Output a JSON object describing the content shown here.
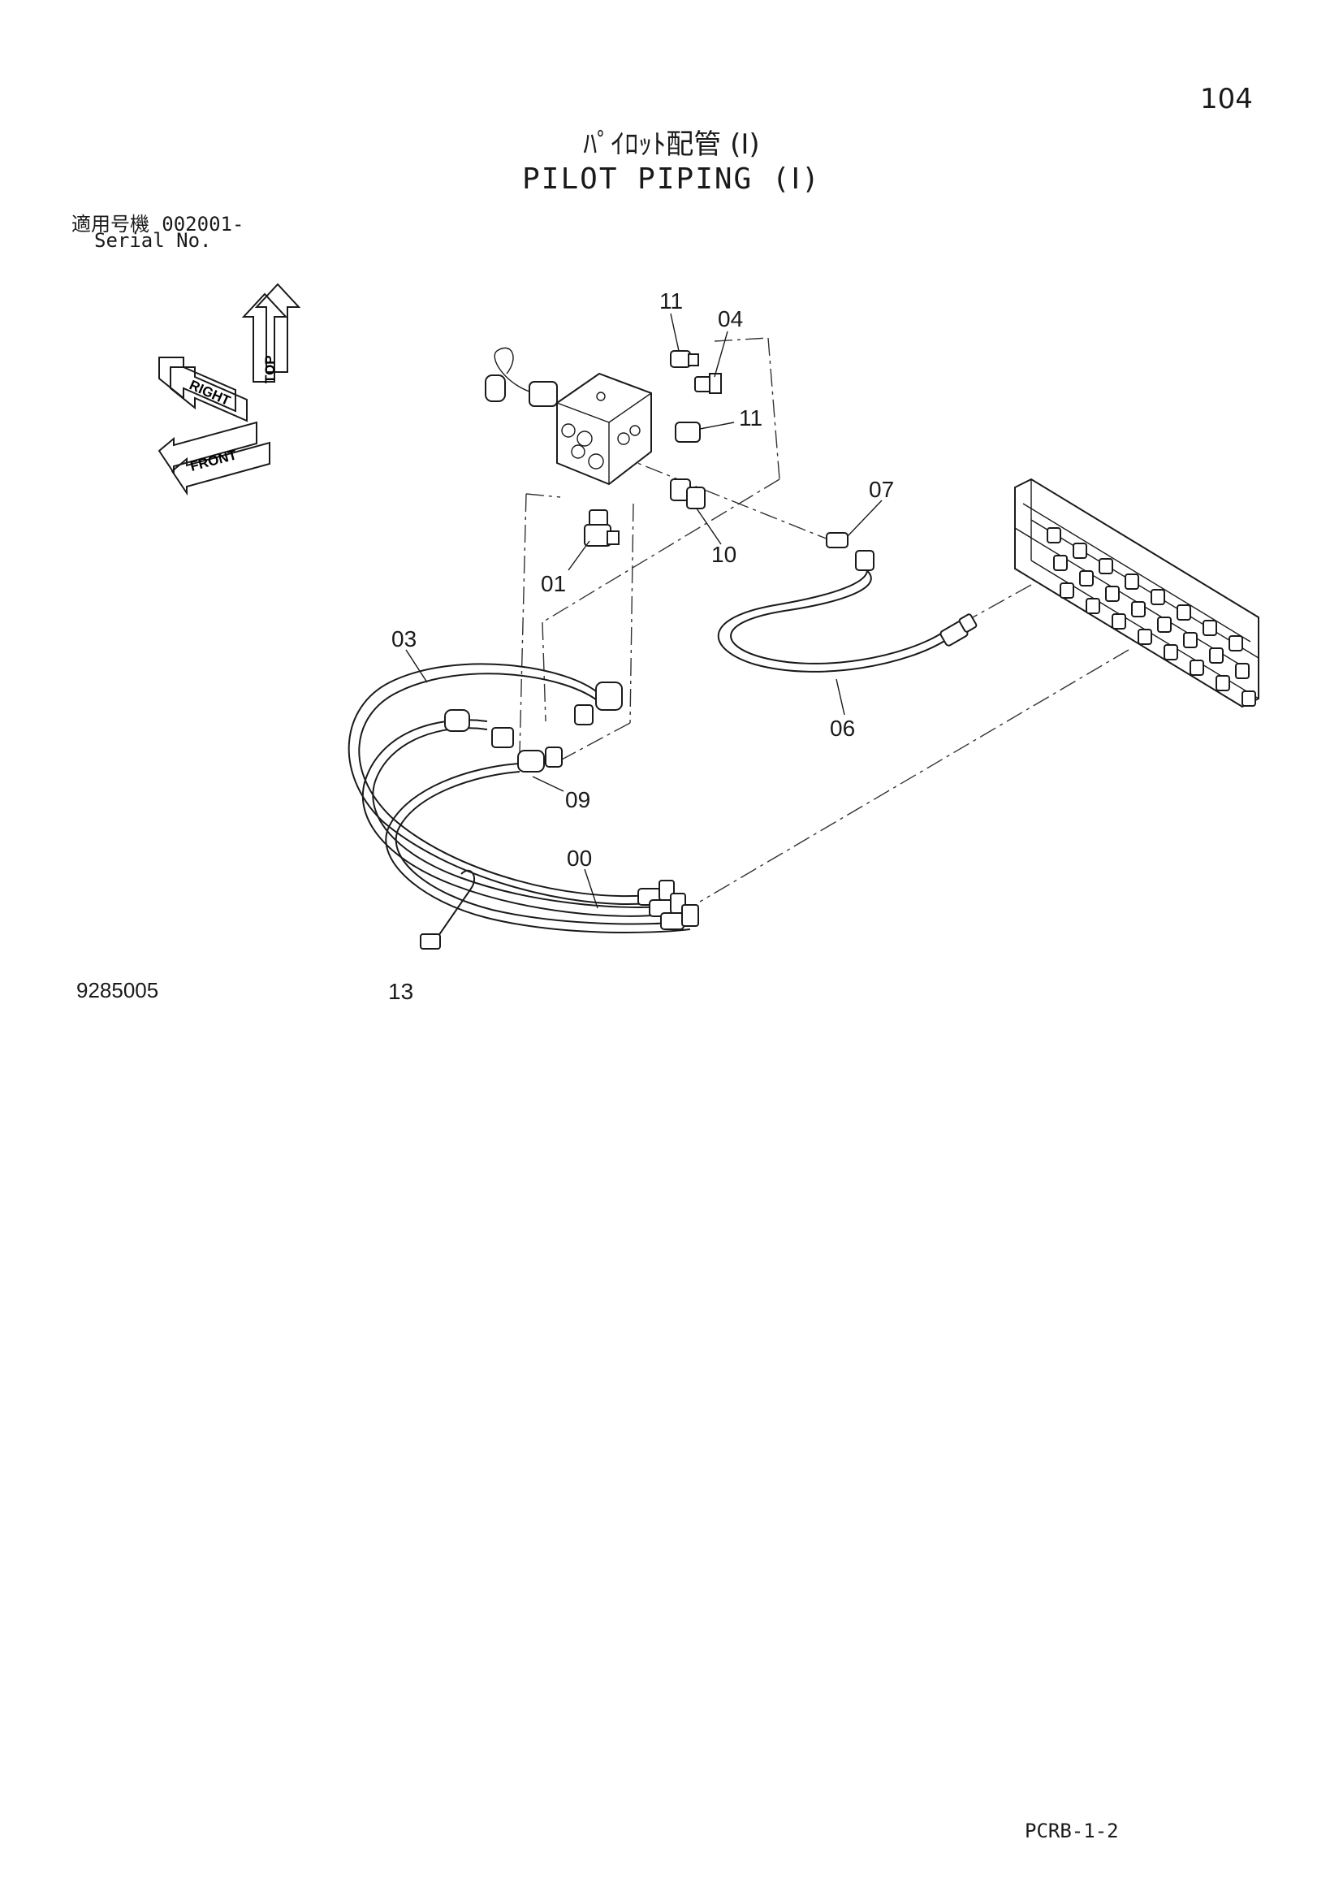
{
  "page_number": "104",
  "title": {
    "japanese": "ﾊﾟｲﾛｯﾄ配管 (Ⅰ)",
    "english": "PILOT PIPING (Ⅰ)"
  },
  "serial": {
    "label_japanese": "適用号機",
    "range": "002001-",
    "label_english": "Serial No."
  },
  "orientation_indicator": {
    "labels": [
      "TOP",
      "RIGHT",
      "FRONT"
    ]
  },
  "callouts": [
    {
      "id": "11a",
      "text": "11"
    },
    {
      "id": "04",
      "text": "04"
    },
    {
      "id": "11b",
      "text": "11"
    },
    {
      "id": "07",
      "text": "07"
    },
    {
      "id": "10",
      "text": "10"
    },
    {
      "id": "01",
      "text": "01"
    },
    {
      "id": "03",
      "text": "03"
    },
    {
      "id": "06",
      "text": "06"
    },
    {
      "id": "09",
      "text": "09"
    },
    {
      "id": "00",
      "text": "00"
    },
    {
      "id": "13",
      "text": "13"
    }
  ],
  "drawing_number": "9285005",
  "page_code": "PCRB-1-2"
}
